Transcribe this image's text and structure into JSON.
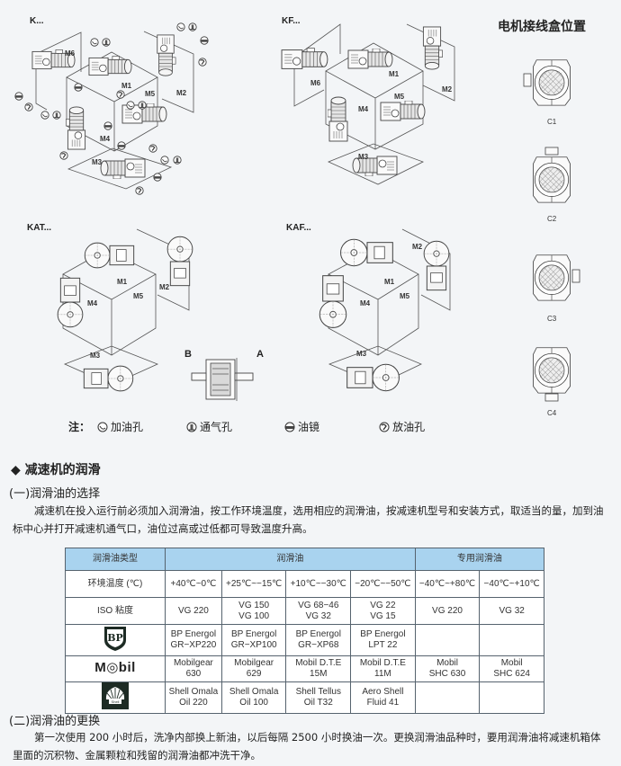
{
  "diagrams": {
    "k": {
      "label": "K...",
      "m1": "M1",
      "m2": "M2",
      "m3": "M3",
      "m4": "M4",
      "m5": "M5",
      "m6": "M6"
    },
    "kf": {
      "label": "KF...",
      "m1": "M1",
      "m2": "M2",
      "m3": "M3",
      "m4": "M4",
      "m5": "M5",
      "m6": "M6"
    },
    "kat": {
      "label": "KAT...",
      "m1": "M1",
      "m2": "M2",
      "m3": "M3",
      "m4": "M4",
      "m5": "M5"
    },
    "kaf": {
      "label": "KAF...",
      "m1": "M1",
      "m2": "M2",
      "m3": "M3",
      "m4": "M4",
      "m5": "M5"
    },
    "side_view": {
      "left": "B",
      "right": "A"
    }
  },
  "motor_box": {
    "title": "电机接线盒位置",
    "positions": [
      "C1",
      "C2",
      "C3",
      "C4"
    ]
  },
  "legend": {
    "prefix": "注：",
    "items": [
      {
        "icon": "oil-fill-icon",
        "label": "加油孔"
      },
      {
        "icon": "vent-icon",
        "label": "通气孔"
      },
      {
        "icon": "oil-sight-glass-icon",
        "label": "油镜"
      },
      {
        "icon": "oil-drain-icon",
        "label": "放油孔"
      }
    ]
  },
  "section": {
    "heading": "◆ 减速机的润滑",
    "sub1": "(一)润滑油的选择",
    "para1": "减速机在投入运行前必须加入润滑油，按工作环境温度，选用相应的润滑油，按减速机型号和安装方式，取适当的量，加到油标中心并打开减速机通气口，油位过高或过低都可导致温度升高。",
    "sub2": "(二)润滑油的更换",
    "para2": "第一次使用 200 小时后，洗净内部换上新油，以后每隔 2500 小时换油一次。更换润滑油品种时，要用润滑油将减速机箱体里面的沉积物、金属颗粒和残留的润滑油都冲洗干净。"
  },
  "table": {
    "header": {
      "type": "润滑油类型",
      "oil": "润滑油",
      "special": "专用润滑油"
    },
    "temp": {
      "label": "环境温度 (℃)",
      "values": [
        "+40℃~0℃",
        "+25℃~−15℃",
        "+10℃~−30℃",
        "−20℃~−50℃",
        "−40℃~+80℃",
        "−40℃~+10℃"
      ]
    },
    "iso": {
      "label": "ISO 粘度",
      "values": [
        [
          "VG 220",
          ""
        ],
        [
          "VG 150",
          "VG 100"
        ],
        [
          "VG 68−46",
          "VG 32"
        ],
        [
          "VG 22",
          "VG 15"
        ],
        [
          "VG 220",
          ""
        ],
        [
          "VG 32",
          ""
        ]
      ]
    },
    "bp": {
      "brand": "BP",
      "values": [
        [
          "BP Energol",
          "GR−XP220"
        ],
        [
          "BP Energol",
          "GR−XP100"
        ],
        [
          "BP Energol",
          "GR−XP68"
        ],
        [
          "BP Energol",
          "LPT 22"
        ],
        [
          "",
          ""
        ],
        [
          "",
          ""
        ]
      ]
    },
    "mobil": {
      "brand": "M◎bil",
      "values": [
        [
          "Mobilgear",
          "630"
        ],
        [
          "Mobilgear",
          "629"
        ],
        [
          "Mobil D.T.E",
          "15M"
        ],
        [
          "Mobil D.T.E",
          "11M"
        ],
        [
          "Mobil",
          "SHC 630"
        ],
        [
          "Mobil",
          "SHC 624"
        ]
      ]
    },
    "shell": {
      "brand": "Shell",
      "values": [
        [
          "Shell Omala",
          "Oil 220"
        ],
        [
          "Shell Omala",
          "Oil 100"
        ],
        [
          "Shell Tellus",
          "Oil T32"
        ],
        [
          "Aero Shell",
          "Fluid 41"
        ],
        [
          "",
          ""
        ],
        [
          "",
          ""
        ]
      ]
    }
  },
  "colors": {
    "table_header": "#a9d3ef",
    "table_border": "#56636e",
    "page_bg": "#f3f5f7"
  }
}
